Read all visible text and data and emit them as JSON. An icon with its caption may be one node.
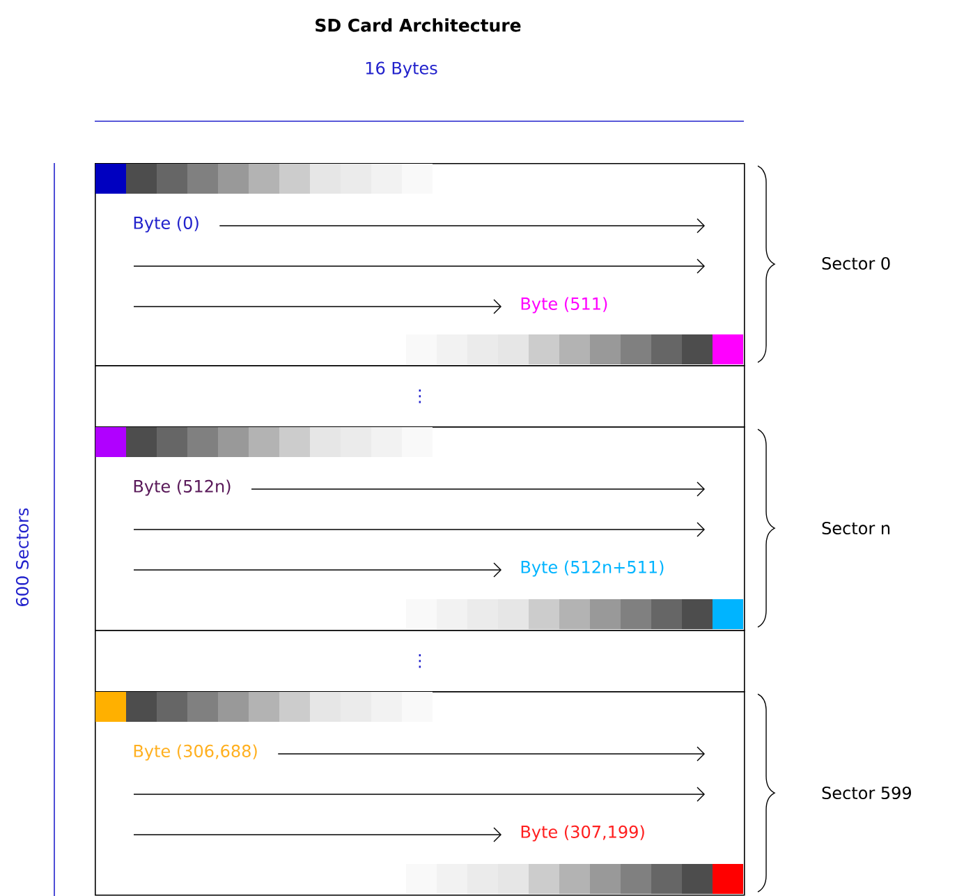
{
  "diagram": {
    "title": "SD Card Architecture",
    "nodes": [
      {
        "text": [
          "Byte (0)",
          "Byte (511)"
        ],
        "beside": [
          "Sector 0"
        ]
      },
      {
        "text": [
          "⋮"
        ]
      },
      {
        "text": [
          "Byte (512n)",
          "Byte (512n+511)"
        ],
        "beside": [
          "Sector n"
        ]
      },
      {
        "text": [
          "⋮"
        ]
      },
      {
        "text": [
          "Byte (306,688)",
          "Byte (307,199)"
        ],
        "beside": [
          "Sector 599"
        ]
      }
    ],
    "labels": [
      "16 Bytes",
      "600 Sectors"
    ]
  }
}
